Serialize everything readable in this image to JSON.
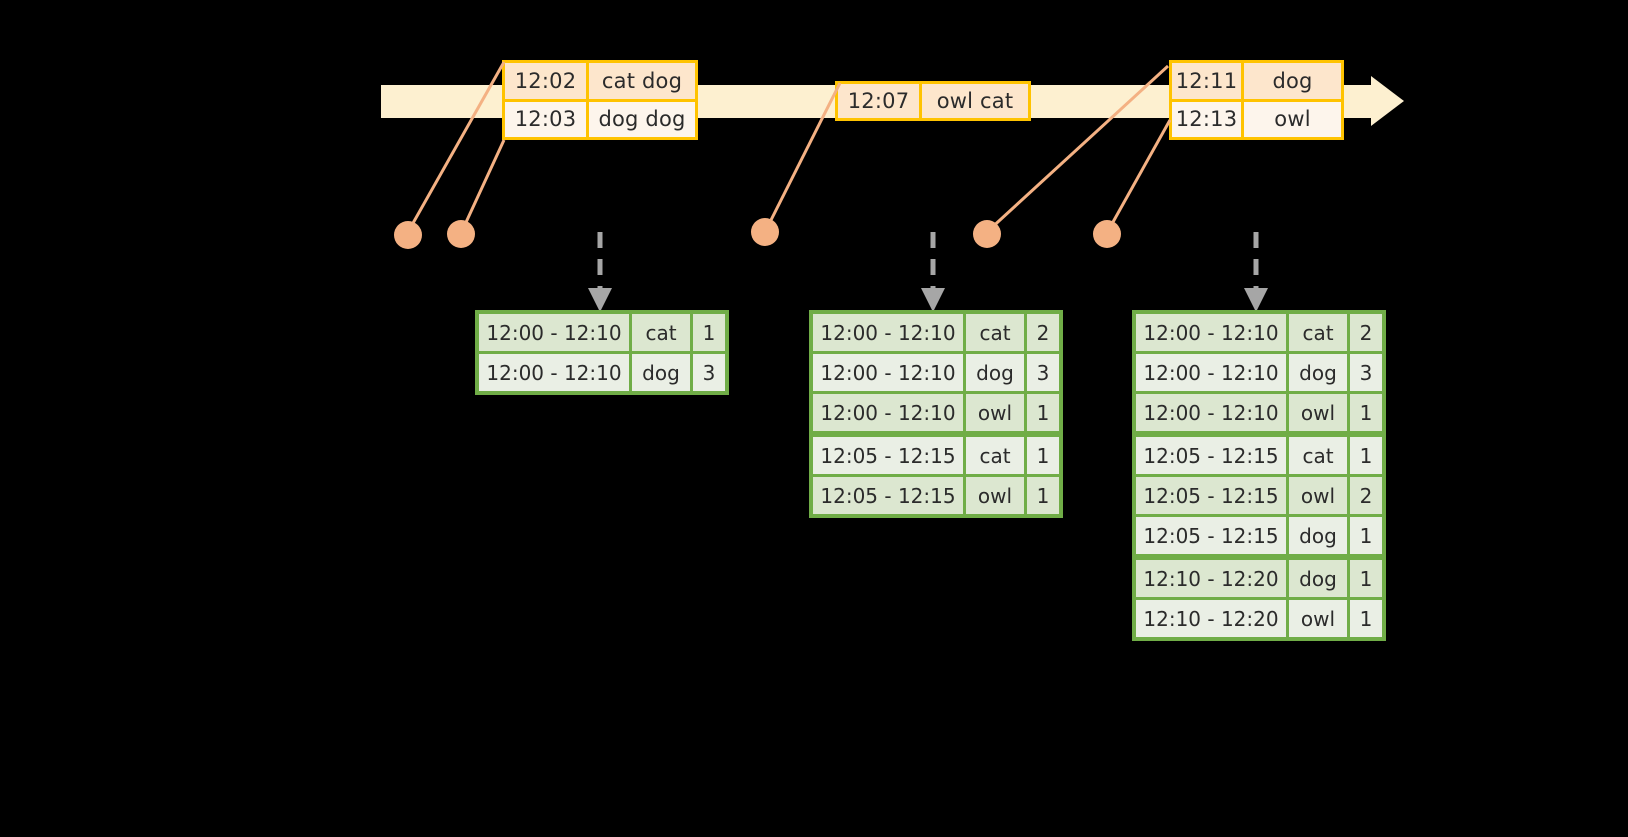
{
  "colors": {
    "background": "#000000",
    "timeline_bar": "#fdf0d0",
    "event_border": "#ffc300",
    "event_fill_primary": "#fde6cc",
    "event_fill_secondary": "#fdf5ec",
    "connector": "#f4b183",
    "table_border": "#70ad47",
    "row_shade_a": "#dce7d0",
    "row_shade_b": "#eaefe5",
    "dash_arrow": "#a6a6a6"
  },
  "timeline": {
    "name": "event-stream-timeline",
    "events": [
      {
        "name": "event-group-1",
        "rows": [
          {
            "time": "12:02",
            "payload": "cat dog"
          },
          {
            "time": "12:03",
            "payload": "dog dog"
          }
        ]
      },
      {
        "name": "event-group-2",
        "rows": [
          {
            "time": "12:07",
            "payload": "owl cat"
          }
        ]
      },
      {
        "name": "event-group-3",
        "rows": [
          {
            "time": "12:11",
            "payload": "dog"
          },
          {
            "time": "12:13",
            "payload": "owl"
          }
        ]
      }
    ]
  },
  "results": [
    {
      "name": "result-table-1",
      "groups": [
        {
          "rows": [
            {
              "window": "12:00 - 12:10",
              "word": "cat",
              "count": "1"
            },
            {
              "window": "12:00 - 12:10",
              "word": "dog",
              "count": "3"
            }
          ]
        }
      ]
    },
    {
      "name": "result-table-2",
      "groups": [
        {
          "rows": [
            {
              "window": "12:00 - 12:10",
              "word": "cat",
              "count": "2"
            },
            {
              "window": "12:00 - 12:10",
              "word": "dog",
              "count": "3"
            },
            {
              "window": "12:00 - 12:10",
              "word": "owl",
              "count": "1"
            }
          ]
        },
        {
          "rows": [
            {
              "window": "12:05 - 12:15",
              "word": "cat",
              "count": "1"
            },
            {
              "window": "12:05 - 12:15",
              "word": "owl",
              "count": "1"
            }
          ]
        }
      ]
    },
    {
      "name": "result-table-3",
      "groups": [
        {
          "rows": [
            {
              "window": "12:00 - 12:10",
              "word": "cat",
              "count": "2"
            },
            {
              "window": "12:00 - 12:10",
              "word": "dog",
              "count": "3"
            },
            {
              "window": "12:00 - 12:10",
              "word": "owl",
              "count": "1"
            }
          ]
        },
        {
          "rows": [
            {
              "window": "12:05 - 12:15",
              "word": "cat",
              "count": "1"
            },
            {
              "window": "12:05 - 12:15",
              "word": "owl",
              "count": "2"
            },
            {
              "window": "12:05 - 12:15",
              "word": "dog",
              "count": "1"
            }
          ]
        },
        {
          "rows": [
            {
              "window": "12:10 - 12:20",
              "word": "dog",
              "count": "1"
            },
            {
              "window": "12:10 - 12:20",
              "word": "owl",
              "count": "1"
            }
          ]
        }
      ]
    }
  ]
}
